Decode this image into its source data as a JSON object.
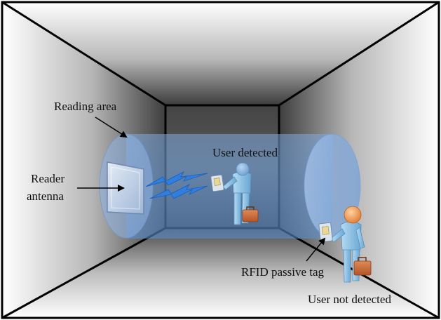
{
  "labels": {
    "reading_area": "Reading area",
    "reader": "Reader",
    "antenna": "antenna",
    "user_detected": "User detected",
    "rfid_tag": "RFID passive tag",
    "user_not_detected": "User not detected"
  },
  "colors": {
    "wall_dark": "#3a3a3a",
    "wall_light": "#ffffff",
    "cylinder_fill": "#5b8fd1",
    "person_head": "#f6a25c",
    "person_body": "#8cc1e4",
    "briefcase": "#c96a3b",
    "antenna_panel": "#c9d7ec",
    "wave": "#2b76d8"
  },
  "icons": [
    "reader-antenna-icon",
    "signal-wave-icon",
    "person-icon",
    "rfid-tag-icon",
    "briefcase-icon"
  ]
}
